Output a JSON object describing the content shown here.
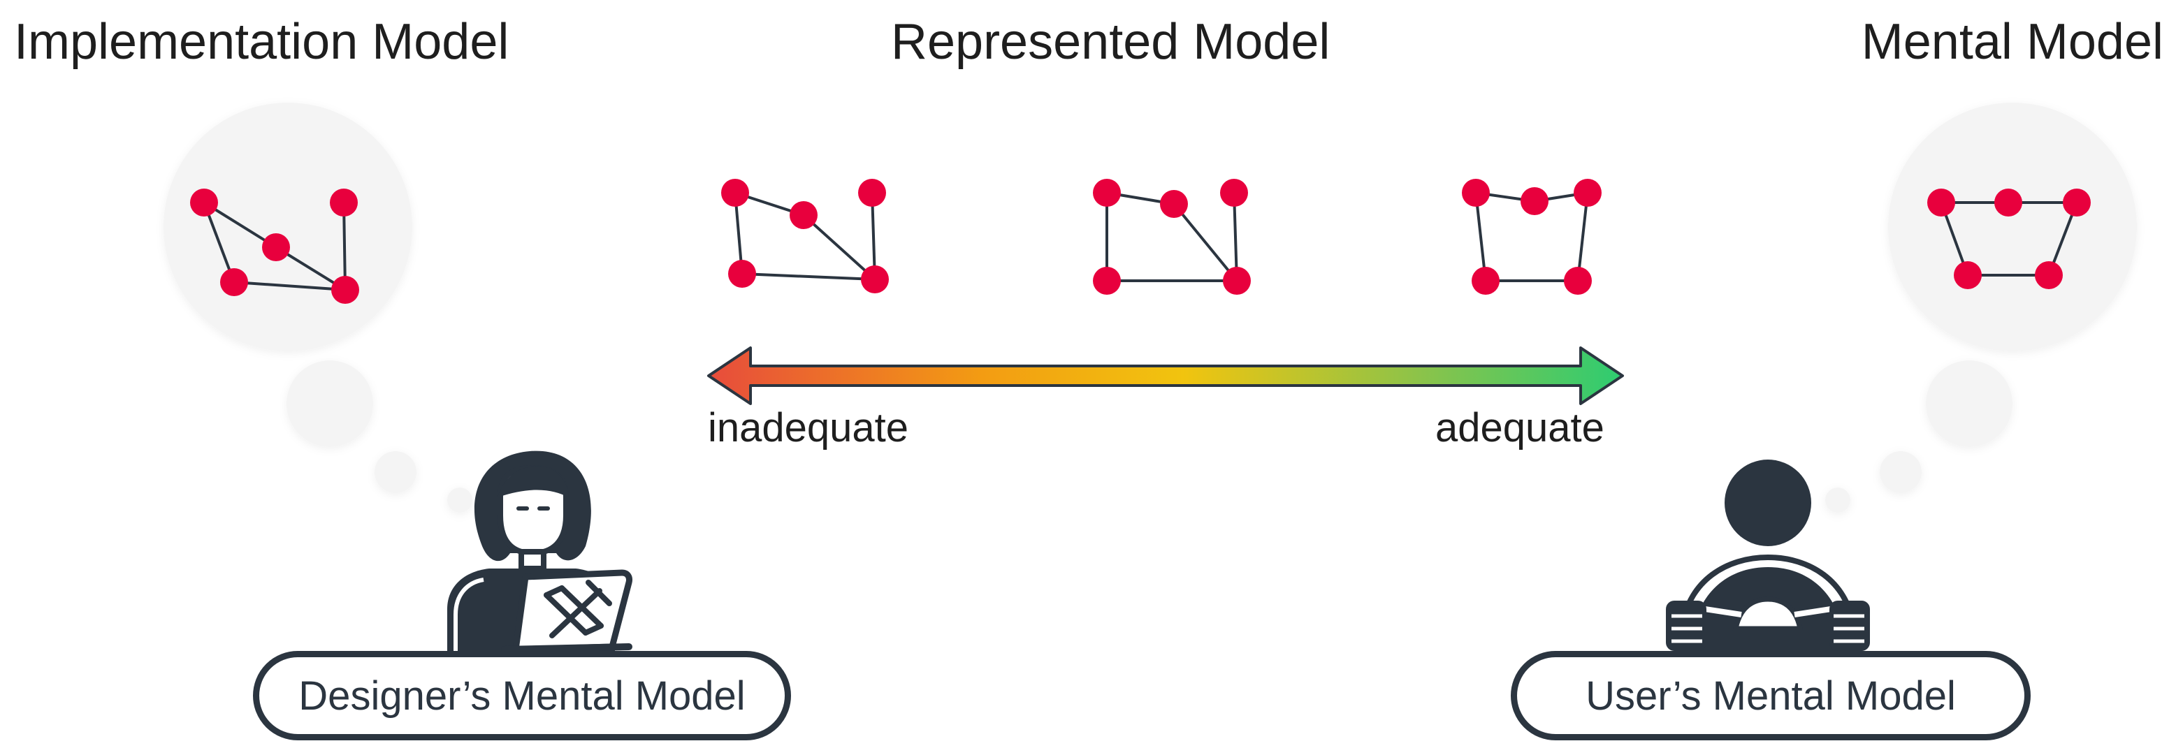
{
  "headings": {
    "left": "Implementation Model",
    "center": "Represented Model",
    "right": "Mental Model"
  },
  "scale": {
    "left_label": "inadequate",
    "right_label": "adequate",
    "gradient_colors": [
      "#e74c3c",
      "#f39c12",
      "#f1c40f",
      "#8bc34a",
      "#2ecc71"
    ]
  },
  "badges": {
    "designer": "Designer’s Mental Model",
    "user": "User’s Mental Model"
  },
  "colors": {
    "node": "#e8003d",
    "edge": "#2b3540",
    "figure": "#2b3540",
    "bubble": "#f4f4f4",
    "text": "#1e1e1e"
  },
  "icons": {
    "designer": "designer-with-laptop-icon",
    "user": "driver-with-steering-wheel-icon"
  }
}
